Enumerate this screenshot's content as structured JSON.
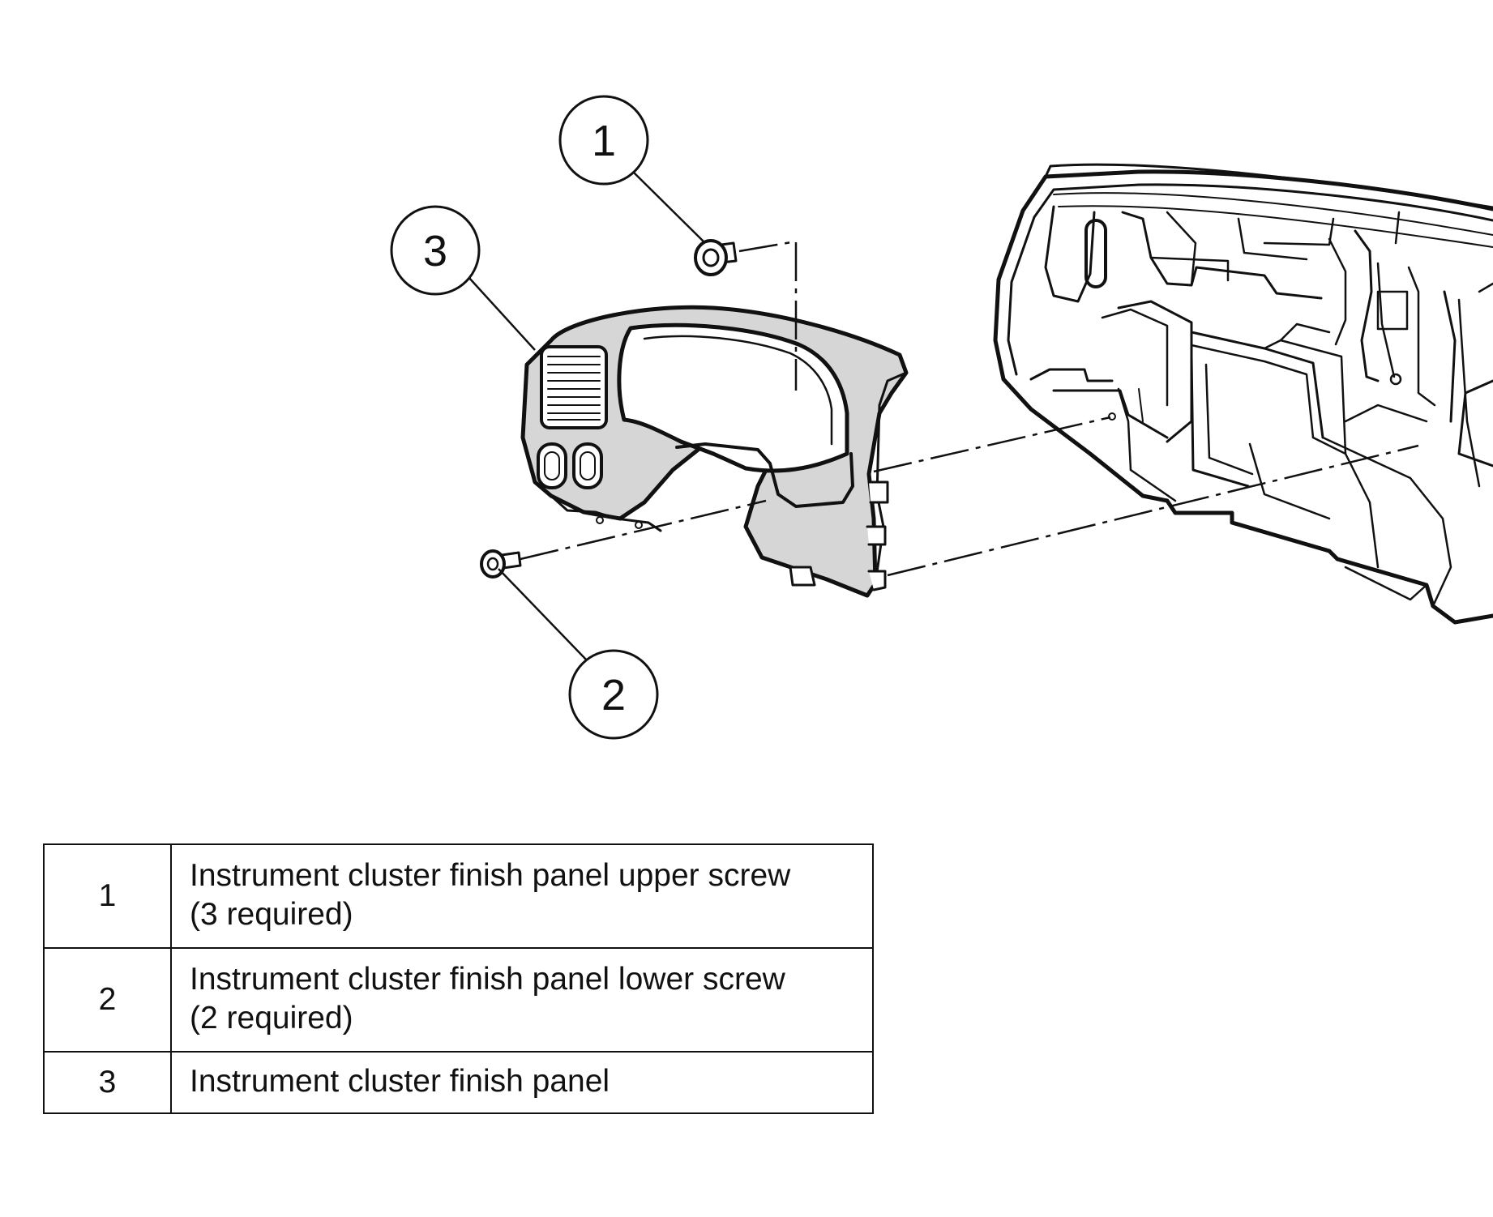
{
  "callouts": {
    "one": "1",
    "two": "2",
    "three": "3"
  },
  "legend": {
    "rows": [
      {
        "num": "1",
        "line1": "Instrument cluster finish panel upper screw",
        "line2": "(3 required)"
      },
      {
        "num": "2",
        "line1": "Instrument cluster finish panel lower screw",
        "line2": "(2 required)"
      },
      {
        "num": "3",
        "line1": "Instrument cluster finish panel",
        "line2": ""
      }
    ]
  },
  "colors": {
    "ink": "#111111",
    "panel_fill": "#d6d6d6",
    "background": "#ffffff"
  }
}
